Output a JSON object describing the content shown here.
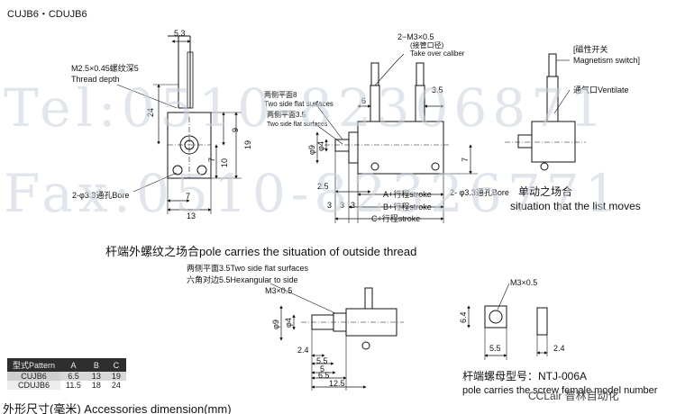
{
  "header": {
    "model_title": "CUJB6・CDUJB6"
  },
  "watermark": {
    "tel": "Tel:0510-82306871",
    "fax": "Fax:0510-82326771"
  },
  "front_view": {
    "dim_5_3": "5.3",
    "thread_label_cn": "M2.5×0.45螺纹深5",
    "thread_label_en": "Thread depth",
    "dim_24": "24",
    "dim_9": "9",
    "dim_19": "19",
    "dim_7v": "7",
    "dim_10": "10",
    "bore_label": "2-φ3.3通孔Bore",
    "dim_7h": "7",
    "dim_13": "13"
  },
  "side_view": {
    "port_label": "2−M3×0.5",
    "port_cn": "(接管口径)",
    "port_en": "Take over caliber",
    "flat_cn": "两侧平面8",
    "flat_en": "Two side flat surfaces",
    "flat2_cn": "两侧平面3.5",
    "flat2_en": "Two side flat surfaces",
    "dim_6": "6",
    "dim_3_5": "3.5",
    "dim_phi9": "φ9",
    "dim_phi4": "φ4",
    "dim_7": "7",
    "dim_2_5": "2.5",
    "dim_a": "A+行程stroke",
    "dim_b": "B+行程stroke",
    "dim_c": "C+行程stroke",
    "dim_3a": "3",
    "dim_3b": "3",
    "dim_3c": "3",
    "bore_label": "2- φ3.3通孔Bore"
  },
  "switch_view": {
    "switch_cn": "[磁性开关",
    "switch_en": "Magnetism switch]",
    "vent_label": "通气口Ventilate",
    "single_cn": "单动之场合",
    "single_en": "situation that the list moves"
  },
  "thread_section": {
    "heading": "杆端外螺纹之场合pole carries the situation of outside thread",
    "flat_label": "两侧平面3.5Two side flat surfaces",
    "hex_label": "六角对边5.5Hexangular to side",
    "thread": "M3×0.5",
    "dim_phi9": "φ9",
    "dim_phi4": "φ4",
    "dim_2_4": "2.4",
    "dim_5_5": "5.5",
    "dim_5": "5",
    "dim_6_5": "6.5",
    "dim_12_5": "12.5"
  },
  "nut_view": {
    "thread": "M3×0.5",
    "dim_6_4": "6.4",
    "dim_5_5": "5.5",
    "dim_2_4": "2.4",
    "model_cn": "杆端螺母型号：NTJ-006A",
    "model_en": "pole carries the screw female model number"
  },
  "table": {
    "headers": [
      "型式Pattern",
      "A",
      "B",
      "C"
    ],
    "rows": [
      [
        "CUJB6",
        "6.5",
        "13",
        "19"
      ],
      [
        "CDUJB6",
        "11.5",
        "18",
        "24"
      ]
    ]
  },
  "footer": {
    "caption": "外形尺寸(毫米) Accessories dimension(mm)",
    "brand": "CCLair 普林自动化"
  }
}
